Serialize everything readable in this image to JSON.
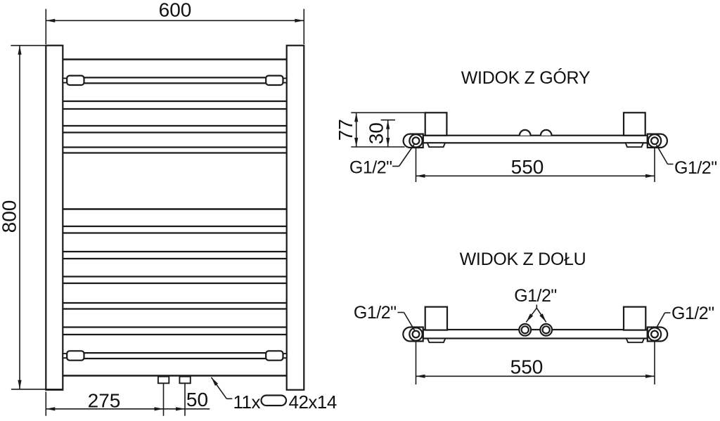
{
  "front_view": {
    "dim_width": "600",
    "dim_height": "800",
    "dim_connection_offset": "275",
    "dim_connection_spacing": "50",
    "tube_count_label": "11x",
    "tube_profile_label": "42x14"
  },
  "top_view": {
    "title": "WIDOK Z GÓRY",
    "dim_depth": "77",
    "dim_wall_offset": "30",
    "dim_connection_spacing": "550",
    "thread_left": "G1/2\"",
    "thread_right": "G1/2\""
  },
  "bottom_view": {
    "title": "WIDOK Z DOŁU",
    "dim_connection_spacing": "550",
    "thread_left": "G1/2\"",
    "thread_center": "G1/2\"",
    "thread_right": "G1/2\""
  },
  "colors": {
    "line": "#1a1a1a",
    "background": "#ffffff"
  }
}
